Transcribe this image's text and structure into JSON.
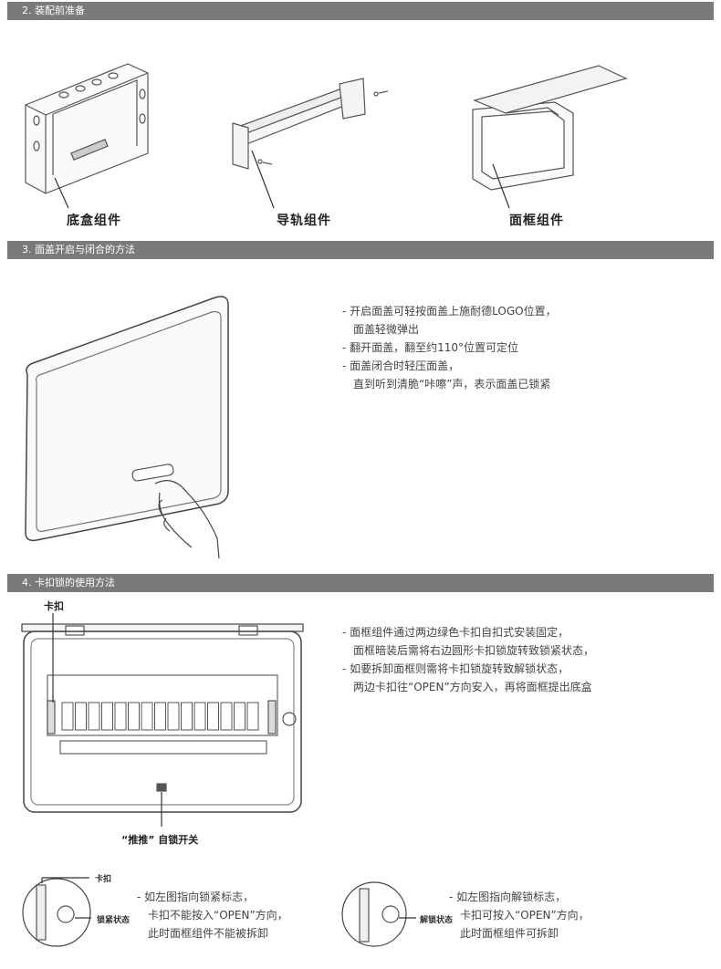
{
  "sections": {
    "s2": "2. 装配前准备",
    "s3": "3. 面盖开启与闭合的方法",
    "s4": "4. 卡扣锁的使用方法"
  },
  "components": {
    "box": "底盒组件",
    "rail": "导轨组件",
    "frame": "面框组件"
  },
  "cover_notes": [
    "- 开启面盖可轻按面盖上施耐德LOGO位置，",
    "  面盖轻微弹出",
    "- 翻开面盖，翻至约110°位置可定位",
    "- 面盖闭合时轻压面盖，",
    "  直到听到清脆“咔嚓”声，表示面盖已锁紧"
  ],
  "lock": {
    "clip_label": "卡扣",
    "push_label": "“推推” 自锁开关",
    "notes": [
      "- 面框组件通过两边绿色卡扣自扣式安装固定，",
      "  面框暗装后需将右边圆形卡扣锁旋转致锁紧状态，",
      "- 如要拆卸面框则需将卡扣锁旋转致解锁状态，",
      "  两边卡扣往“OPEN”方向安入，再将面框提出底盒"
    ],
    "small_clip": "卡扣",
    "locked_state": "锁紧状态",
    "unlocked_state": "解锁状态",
    "locked_notes": [
      "- 如左图指向锁紧标志，",
      "  卡扣不能按入“OPEN”方向，",
      "  此时面框组件不能被拆卸"
    ],
    "unlocked_notes": [
      "- 如左图指向解锁标志，",
      "  卡扣可按入“OPEN”方向，",
      "  此时面框组件可拆卸"
    ],
    "open_mark": "OPEN"
  }
}
